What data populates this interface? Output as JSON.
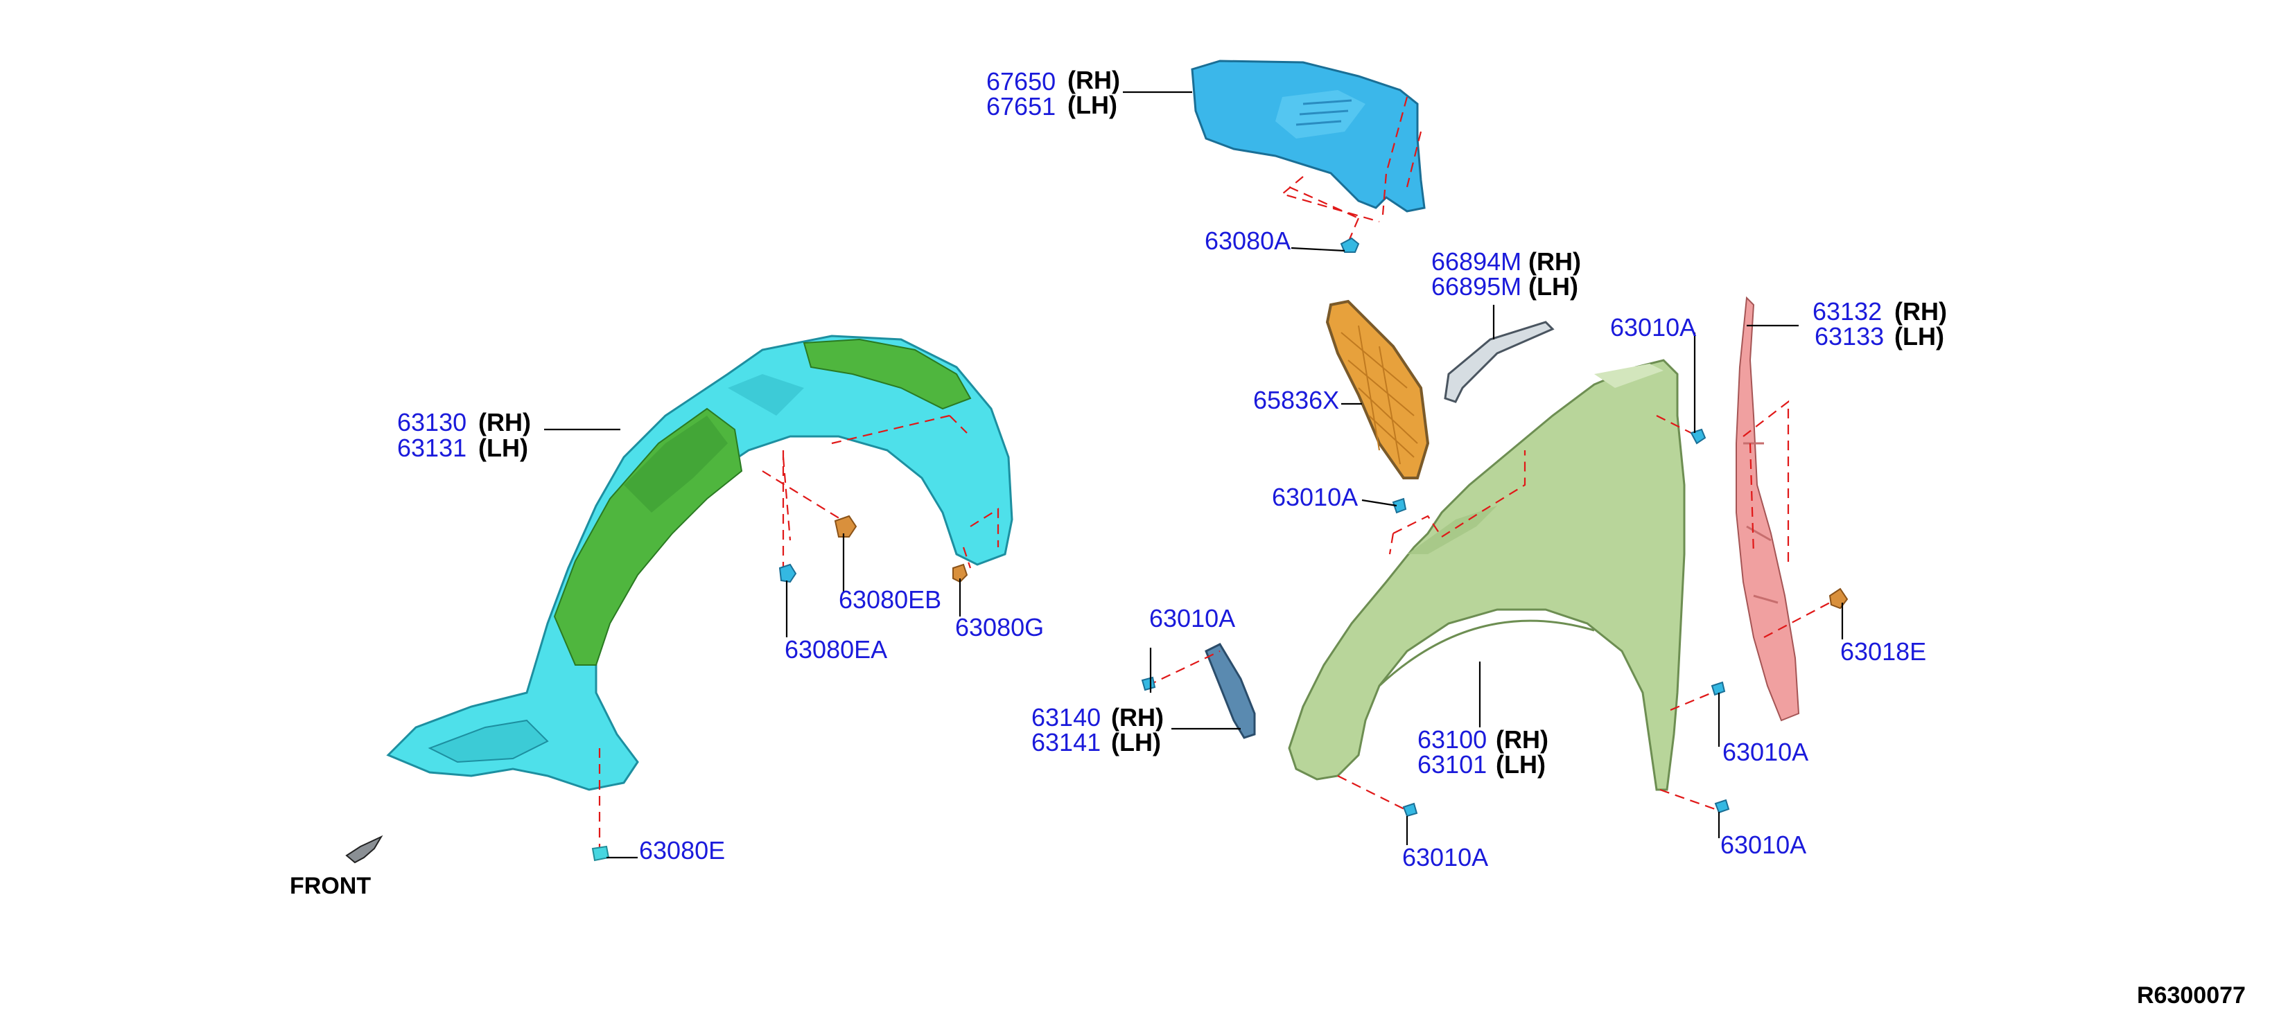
{
  "parts": {
    "p67650": "67650",
    "p67651": "67651",
    "p63080a": "63080A",
    "p66894m": "66894M",
    "p66895m": "66895M",
    "p63010a_top": "63010A",
    "p63132": "63132",
    "p63133": "63133",
    "p65836x": "65836X",
    "p63010a_mid": "63010A",
    "p63130": "63130",
    "p63131": "63131",
    "p63080eb": "63080EB",
    "p63080g": "63080G",
    "p63080ea": "63080EA",
    "p63010a_left": "63010A",
    "p63140": "63140",
    "p63141": "63141",
    "p63100": "63100",
    "p63101": "63101",
    "p63018e": "63018E",
    "p63010a_right": "63010A",
    "p63010a_bottom_left": "63010A",
    "p63010a_bottom_right": "63010A",
    "p63080e": "63080E"
  },
  "sides": {
    "rh": "(RH)",
    "lh": "(LH)"
  },
  "front_label": "FRONT",
  "diagram_code": "R6300077",
  "colors": {
    "liner_cyan": "#4ee0ea",
    "liner_green": "#4fb63e",
    "shield_blue": "#3bb7ea",
    "fender_green": "#b8d59a",
    "reinforce_red": "#f0a0a0",
    "seal_orange": "#e7a13c",
    "label_blue": "#1a1adb",
    "leader_dash_red": "#e01818"
  }
}
